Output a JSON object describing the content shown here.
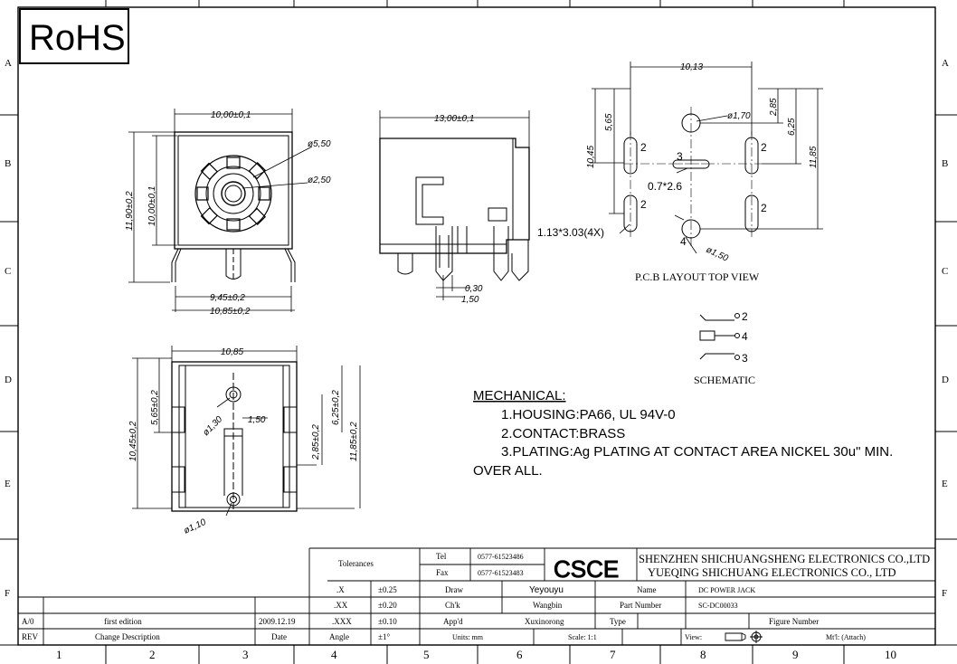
{
  "grid": {
    "cols": [
      "1",
      "2",
      "3",
      "4",
      "5",
      "6",
      "7",
      "8",
      "9",
      "10"
    ],
    "rows": [
      "A",
      "B",
      "C",
      "D",
      "E",
      "F"
    ]
  },
  "badge": {
    "rohs": "RoHS"
  },
  "front_view": {
    "width_top": "10,00±0,1",
    "height_outer": "11,90±0,2",
    "height_inner": "10,00±0,1",
    "dia_outer": "ø5,50",
    "dia_inner": "ø2,50",
    "pin_span": "9,45±0,2",
    "width_bottom": "10,85±0,2"
  },
  "side_view": {
    "length": "13,00±0,1",
    "pin_thick": "0,30",
    "pin_width": "1,50"
  },
  "bottom_view": {
    "width": "10,85",
    "dim_a": "5,65±0,2",
    "dim_b": "10,45±0,2",
    "dim_c": "2,85±0,2",
    "dim_d": "6,25±0,2",
    "dim_e": "11,85±0,2",
    "dia_a": "ø1,30",
    "dia_b": "ø1,10",
    "slot": "1,50"
  },
  "pcb": {
    "width": "10,13",
    "dim_565": "5,65",
    "dim_1045": "10,45",
    "dim_285": "2,85",
    "dim_625": "6,25",
    "dim_1185": "11,85",
    "dia_170": "ø1,70",
    "dia_150": "ø1,50",
    "slot_note": "0.7*2.6",
    "pad_note": "1.13*3.03(4X)",
    "pin2a": "2",
    "pin2b": "2",
    "pin2c": "2",
    "pin2d": "2",
    "pin3": "3",
    "pin4": "4",
    "caption": "P.C.B LAYOUT TOP VIEW"
  },
  "schematic": {
    "pin_top": "2",
    "pin_mid": "4",
    "pin_bot": "3",
    "caption": "SCHEMATIC"
  },
  "mechanical": {
    "heading": "MECHANICAL:",
    "line1": "1.HOUSING:PA66, UL 94V-0",
    "line2": "2.CONTACT:BRASS",
    "line3": "3.PLATING:Ag PLATING AT CONTACT AREA NICKEL 30u\" MIN.",
    "line4": "OVER ALL."
  },
  "title_block": {
    "tolerances_label": "Tolerances",
    "tol_rows": [
      {
        "key": ".X",
        "val": "±0.25"
      },
      {
        "key": ".XX",
        "val": "±0.20"
      },
      {
        "key": ".XXX",
        "val": "±0.10"
      },
      {
        "key": "Angle",
        "val": "±1°"
      }
    ],
    "tel_label": "Tel",
    "tel": "0577-61523486",
    "fax_label": "Fax",
    "fax": "0577-61523483",
    "logo": "CSCE",
    "company1": "SHENZHEN SHICHUANGSHENG ELECTRONICS CO.,LTD",
    "company2": "YUEQING SHICHUANG ELECTRONICS CO., LTD",
    "draw_label": "Draw",
    "draw": "Yeyouyu",
    "chk_label": "Ch'k",
    "chk": "Wangbin",
    "appd_label": "App'd",
    "appd": "Xuxinorong",
    "name_label": "Name",
    "name": "DC POWER JACK",
    "part_label": "Part Number",
    "part": "SC-DC00033",
    "type_label": "Type",
    "figure_label": "Figure Number",
    "units": "Units: mm",
    "scale": "Scale: 1:1",
    "view": "View:",
    "mtl": "Mt'l: (Attach)",
    "rev_label": "REV",
    "rev": "A/0",
    "change_desc_label": "Change Description",
    "change_desc": "first edition",
    "date_label": "Date",
    "date": "2009.12.19"
  }
}
